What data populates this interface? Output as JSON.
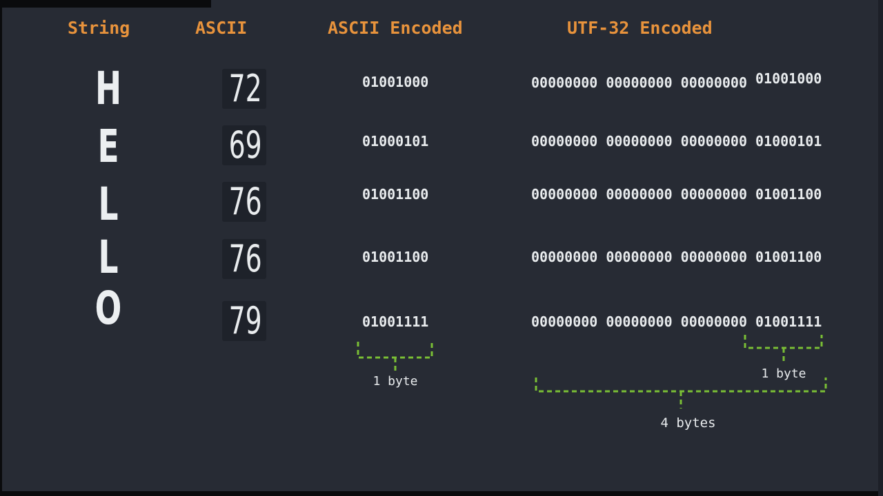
{
  "headers": {
    "string": "String",
    "ascii": "ASCII",
    "ascii_encoded": "ASCII Encoded",
    "utf32_encoded": "UTF-32 Encoded"
  },
  "rows": [
    {
      "letter": "H",
      "ascii": "72",
      "ascii_encoded": "01001000",
      "utf32": [
        "00000000",
        "00000000",
        "00000000",
        "01001000"
      ]
    },
    {
      "letter": "E",
      "ascii": "69",
      "ascii_encoded": "01000101",
      "utf32": [
        "00000000",
        "00000000",
        "00000000",
        "01000101"
      ]
    },
    {
      "letter": "L",
      "ascii": "76",
      "ascii_encoded": "01001100",
      "utf32": [
        "00000000",
        "00000000",
        "00000000",
        "01001100"
      ]
    },
    {
      "letter": "L",
      "ascii": "76",
      "ascii_encoded": "01001100",
      "utf32": [
        "00000000",
        "00000000",
        "00000000",
        "01001100"
      ]
    },
    {
      "letter": "O",
      "ascii": "79",
      "ascii_encoded": "01001111",
      "utf32": [
        "00000000",
        "00000000",
        "00000000",
        "01001111"
      ]
    }
  ],
  "annotations": {
    "ascii_byte_label": "1 byte",
    "utf32_byte_label": "1 byte",
    "utf32_total_label": "4 bytes"
  },
  "colors": {
    "background": "#272b34",
    "accent_orange": "#e8933c",
    "text_white": "#e9ecee",
    "bracket_green": "#7abf35",
    "ascii_value_box": "#1e222a"
  }
}
